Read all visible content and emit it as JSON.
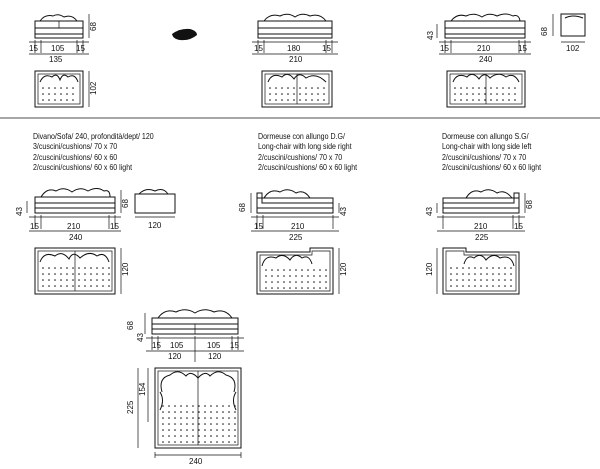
{
  "captions": [
    {
      "lines": [
        "Divano/Sofa/ 240, profondità/dept/ 120",
        "3/cuscini/cushions/ 70 x 70",
        "2/cuscini/cushions/ 60 x 60",
        "2/cuscini/cushions/ 60 x 60 light"
      ]
    },
    {
      "lines": [
        "Dormeuse con allungo D.G/",
        "Long-chair with long side right",
        "2/cuscini/cushions/ 70 x 70",
        "2/cuscini/cushions/ 60 x 60 light"
      ]
    },
    {
      "lines": [
        "Dormeuse con allungo S.G/",
        "Long-chair with long side left",
        "2/cuscini/cushions/ 70 x 70",
        "2/cuscini/cushions/ 60 x 60 light"
      ]
    }
  ],
  "dimensions": {
    "sofa135": {
      "a": "15",
      "b": "105",
      "c": "15",
      "total": "135",
      "h": "68",
      "depth": "102"
    },
    "sofa210": {
      "a": "15",
      "b": "180",
      "c": "15",
      "total": "210"
    },
    "sofa240_top": {
      "a": "15",
      "b": "210",
      "c": "15",
      "total": "240",
      "h": "43",
      "side_h": "68",
      "side_w": "102"
    },
    "sofa240": {
      "a": "15",
      "b": "210",
      "c": "15",
      "total": "240",
      "h": "43",
      "back": "68",
      "side_w": "120",
      "depth": "120"
    },
    "long_right": {
      "h": "68",
      "seat": "43",
      "a": "15",
      "b": "210",
      "total": "225",
      "depth": "120"
    },
    "long_left": {
      "h": "43",
      "back": "68",
      "b": "210",
      "c": "15",
      "total": "225",
      "depth": "120"
    },
    "corner": {
      "h": "68",
      "seat": "43",
      "a": "15",
      "b": "105",
      "c": "105",
      "d": "15",
      "m1": "120",
      "m2": "120",
      "depth": "225",
      "inner": "154",
      "total": "240"
    }
  }
}
